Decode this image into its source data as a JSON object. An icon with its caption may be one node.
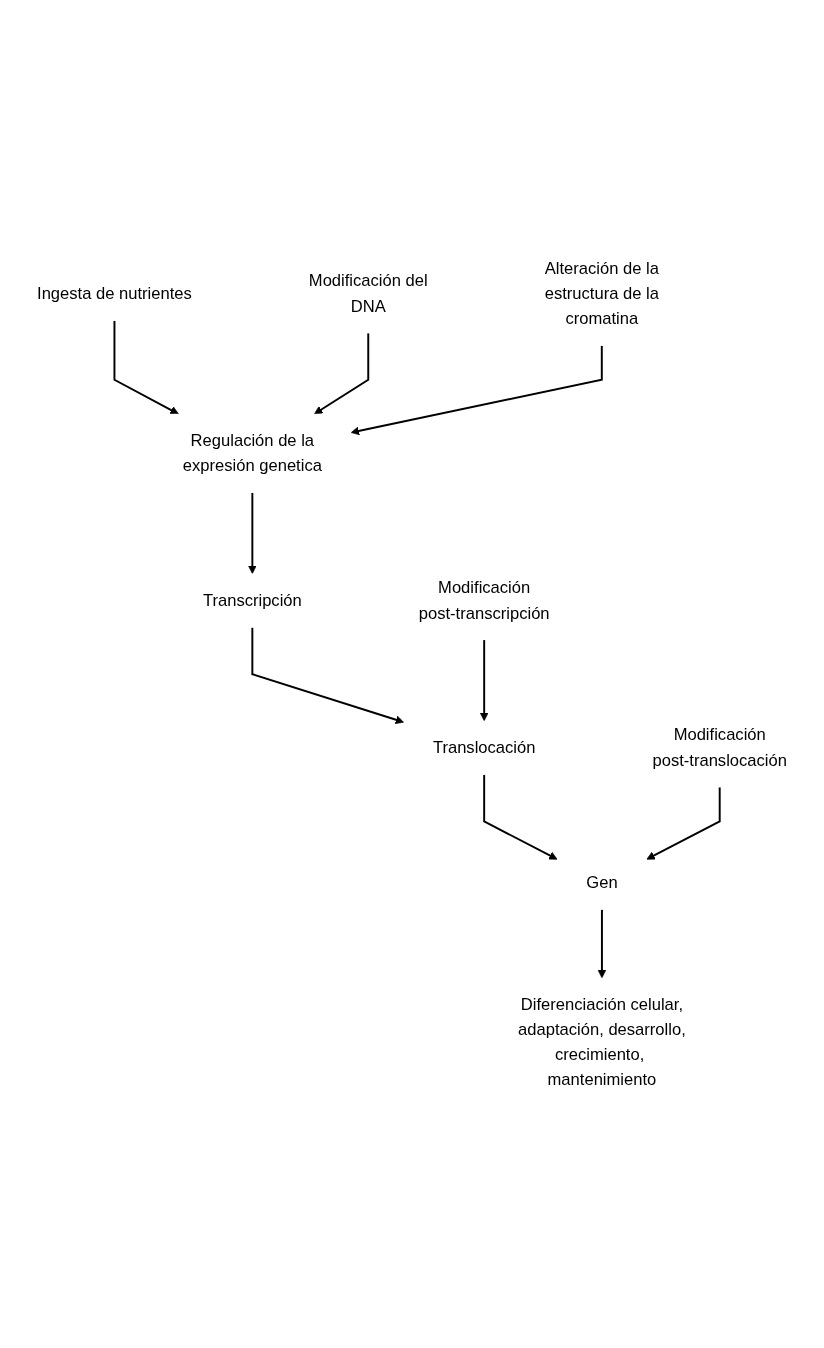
{
  "diagram": {
    "nodes": [
      {
        "text": [
          "Ingesta de nutrientes"
        ]
      },
      {
        "text": [
          "Modificación del DNA"
        ]
      },
      {
        "text": [
          "Alteración de la estructura de la cromatina"
        ]
      },
      {
        "text": [
          "Regulación de la expresión genetica"
        ]
      },
      {
        "text": [
          "Transcripción"
        ]
      },
      {
        "text": [
          "Modificación post-transcripción"
        ]
      },
      {
        "text": [
          "Translocación"
        ]
      },
      {
        "text": [
          "Modificación post-translocación"
        ]
      },
      {
        "text": [
          "Gen"
        ]
      },
      {
        "text": [
          "Diferenciación celular, adaptación, desarrollo, crecimiento, mantenimiento"
        ]
      }
    ],
    "edges": [
      {
        "from": 0,
        "to": 3,
        "arrow": "to"
      },
      {
        "from": 1,
        "to": 3,
        "arrow": "to"
      },
      {
        "from": 2,
        "to": 3,
        "arrow": "to"
      },
      {
        "from": 3,
        "to": 4,
        "arrow": "to"
      },
      {
        "from": 4,
        "to": 6,
        "arrow": "to"
      },
      {
        "from": 5,
        "to": 6,
        "arrow": "to"
      },
      {
        "from": 6,
        "to": 8,
        "arrow": "to"
      },
      {
        "from": 7,
        "to": 8,
        "arrow": "to"
      },
      {
        "from": 8,
        "to": 9,
        "arrow": "to"
      }
    ]
  }
}
